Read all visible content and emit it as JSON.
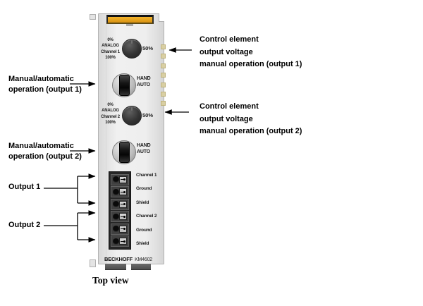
{
  "figure": {
    "caption": "Top view"
  },
  "module": {
    "brand": "BECKHOFF",
    "model": "KM4602",
    "knob1": {
      "scale_top": "0%",
      "scale_label": "ANALOG",
      "scale_channel": "Channel 1",
      "scale_bottom": "100%",
      "value": "50%"
    },
    "knob2": {
      "scale_top": "0%",
      "scale_label": "ANALOG",
      "scale_channel": "Channel 2",
      "scale_bottom": "100%",
      "value": "50%"
    },
    "switch1": {
      "line1": "HAND",
      "line2": "AUTO"
    },
    "switch2": {
      "line1": "HAND",
      "line2": "AUTO"
    },
    "terminals": [
      "Channel 1",
      "Ground",
      "Shield",
      "Channel 2",
      "Ground",
      "Shield"
    ]
  },
  "annotations": {
    "left": [
      {
        "lines": [
          "Manual/automatic",
          "operation (output 1)"
        ]
      },
      {
        "lines": [
          "Manual/automatic",
          "operation (output 2)"
        ]
      },
      {
        "label": "Output 1"
      },
      {
        "label": "Output 2"
      }
    ],
    "right": [
      {
        "lines": [
          "Control element",
          "output voltage",
          "manual operation (output 1)"
        ]
      },
      {
        "lines": [
          "Control element",
          "output voltage",
          "manual operation (output 2)"
        ]
      }
    ]
  },
  "colors": {
    "label_orange": "#e8a11d",
    "contact_tan": "#d9cfa3",
    "body_gray": "#eeeeee"
  }
}
